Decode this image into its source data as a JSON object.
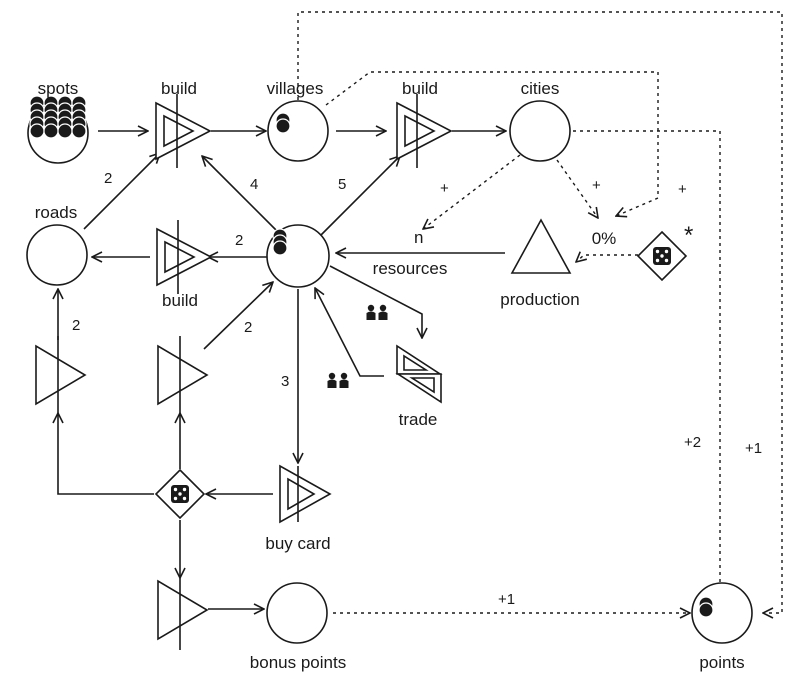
{
  "nodes": {
    "spots": "spots",
    "build_top": "build",
    "villages": "villages",
    "build_mid": "build",
    "cities": "cities",
    "roads": "roads",
    "build_road": "build",
    "resources": "resources",
    "production": "production",
    "trade": "trade",
    "buy_card": "buy card",
    "bonus_points": "bonus points",
    "points": "points",
    "percent": "0%",
    "n": "n",
    "asterisk": "*"
  },
  "edge_labels": {
    "roads_to_build": "2",
    "res_to_build_top": "4",
    "res_to_build_mid": "5",
    "res_to_build_road": "2",
    "gate_to_roads": "2",
    "gate_to_res": "2",
    "res_to_buy": "3",
    "cities_plus": "+",
    "cities_plus2": "+",
    "villages_plus": "+",
    "cities_points": "+2",
    "villages_points": "+1",
    "bonus_points_edge": "+1"
  },
  "colors": {
    "stroke": "#1a1a1a",
    "background": "#ffffff"
  },
  "icons": [
    "dice-icon",
    "players-icon",
    "token-icon"
  ]
}
